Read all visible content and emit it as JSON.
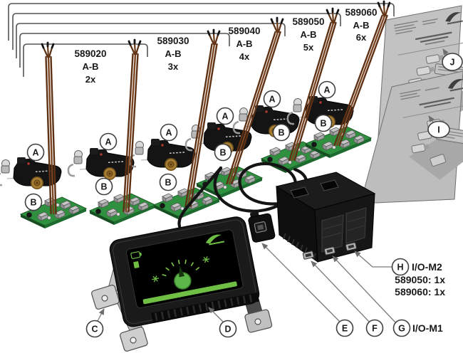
{
  "fig": {
    "title_hint": "exploded parts diagram, motor kit sets",
    "kits": [
      {
        "part_number": "589020",
        "variant": "A-B",
        "quantity": "2x"
      },
      {
        "part_number": "589030",
        "variant": "A-B",
        "quantity": "3x"
      },
      {
        "part_number": "589040",
        "variant": "A-B",
        "quantity": "4x"
      },
      {
        "part_number": "589050",
        "variant": "A-B",
        "quantity": "5x"
      },
      {
        "part_number": "589060",
        "variant": "A-B",
        "quantity": "6x"
      }
    ],
    "callouts": {
      "a": "A",
      "b": "B",
      "c": "C",
      "d": "D",
      "e": "E",
      "f": "F",
      "g": "G",
      "h": "H",
      "i": "I",
      "j": "J"
    },
    "io": {
      "m2_label": "I/O-M2",
      "m2_qty_1": "589050: 1x",
      "m2_qty_2": "589060: 1x",
      "m1_label": "I/O-M1"
    },
    "colors": {
      "wire_brown": "#5e3114",
      "pcb_green": "#2f9140",
      "screen_green": "#6fbf44",
      "brass": "#a67c33",
      "sheet_gray": "#c2c2c2",
      "leader_gray": "#7a7a7a"
    }
  }
}
